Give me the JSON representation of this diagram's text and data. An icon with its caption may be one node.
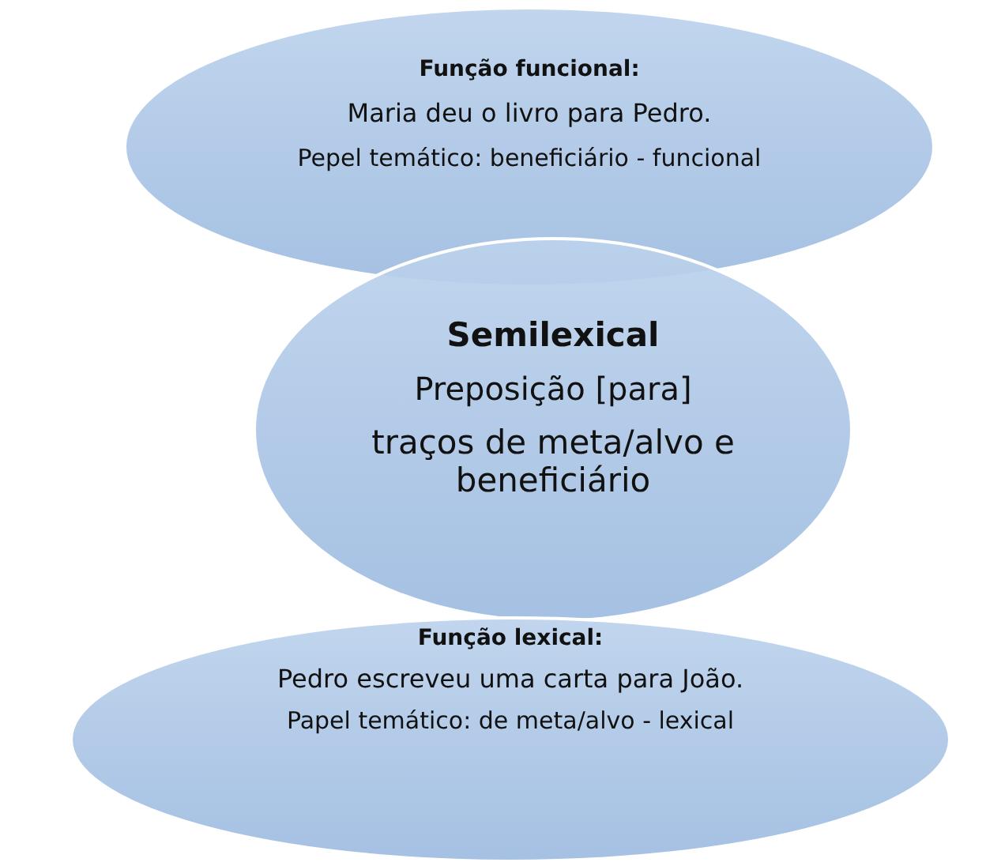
{
  "diagram": {
    "nodes": [
      {
        "text": [
          "Função funcional:",
          "Maria deu o livro para Pedro.",
          "Pepel temático: beneficiário - funcional"
        ]
      },
      {
        "text": [
          "Semilexical",
          "Preposição [para]",
          "traços de meta/alvo e beneficiário"
        ]
      },
      {
        "text": [
          "Função lexical:",
          "Pedro escreveu uma carta para João.",
          "Papel temático: de meta/alvo - lexical"
        ]
      }
    ],
    "edges": []
  }
}
